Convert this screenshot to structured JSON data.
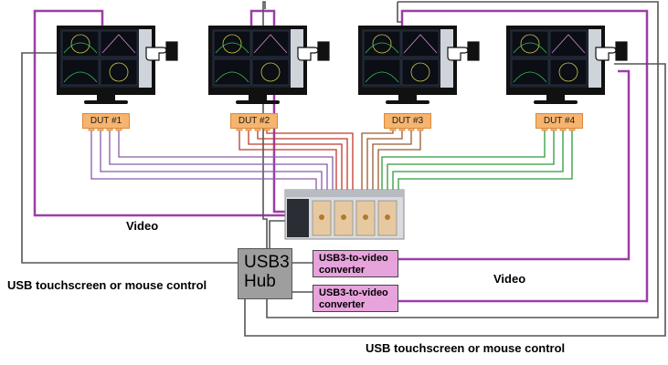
{
  "monitors": [
    {
      "label": "monitor-1",
      "dut": "DUT #1"
    },
    {
      "label": "monitor-2",
      "dut": "DUT #2"
    },
    {
      "label": "monitor-3",
      "dut": "DUT #3"
    },
    {
      "label": "monitor-4",
      "dut": "DUT #4"
    }
  ],
  "labels": {
    "video_left": "Video",
    "video_right": "Video",
    "usb_left": "USB touchscreen or mouse control",
    "usb_bottom": "USB touchscreen or mouse control",
    "hub_line1": "USB3",
    "hub_line2": "Hub",
    "converter1": "USB3-to-video converter",
    "converter2": "USB3-to-video converter"
  },
  "colors": {
    "video_cable": "#9b3fa6",
    "usb_cable": "#555555",
    "dut_fill": "#f6b46e",
    "hub_fill": "#9e9e9e",
    "converter_fill": "#e7a3dc",
    "dut1_wires": "#8a5aa8",
    "dut2_wires": "#c0392b",
    "dut3_wires": "#9b5a2e",
    "dut4_wires": "#2e9b3c"
  }
}
